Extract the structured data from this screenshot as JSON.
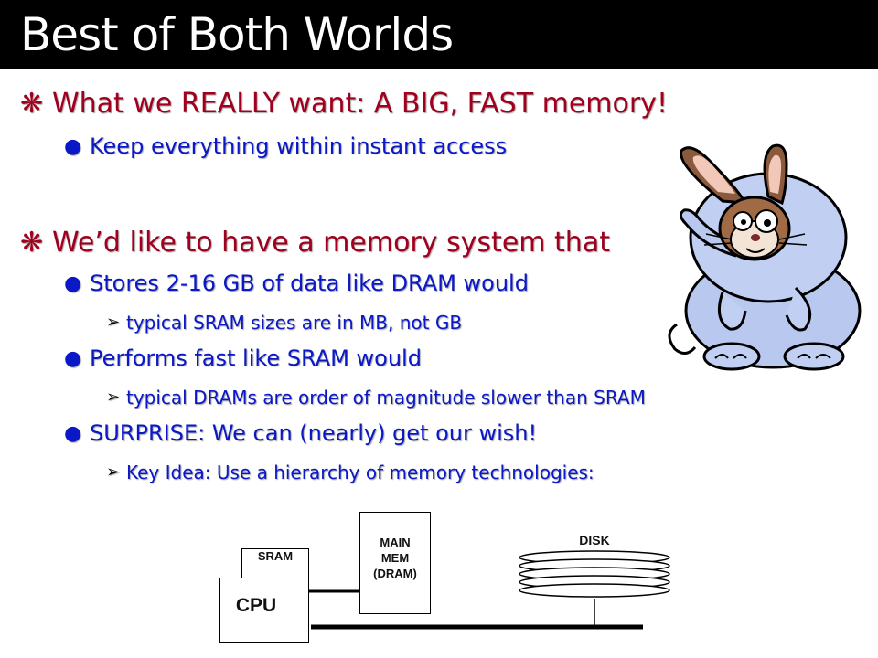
{
  "slide": {
    "title": "Best of Both Worlds",
    "bullets": [
      {
        "text": "What we REALLY want:  A BIG, FAST memory!"
      },
      {
        "text": "Keep everything within instant access"
      },
      {
        "text": "We’d like to have a memory system that"
      },
      {
        "text": "Stores 2-16 GB of data like DRAM would"
      },
      {
        "text": "typical SRAM sizes are in MB, not GB"
      },
      {
        "text": "Performs fast like SRAM would"
      },
      {
        "text": "typical DRAMs are order of magnitude slower than SRAM"
      },
      {
        "text": "SURPRISE: We can (nearly) get our wish!"
      },
      {
        "text": "Key Idea: Use a hierarchy of memory technologies:"
      }
    ],
    "markers": {
      "level1": "❋",
      "level2": "●",
      "level3": "➢"
    }
  },
  "diagram": {
    "sram": "SRAM",
    "cpu": "CPU",
    "main_mem": [
      "MAIN",
      "MEM",
      "(DRAM)"
    ],
    "disk": "DISK"
  },
  "colors": {
    "title_bg": "#000000",
    "level1": "#a0001e",
    "level2": "#0a18c8"
  },
  "illustration": {
    "name": "frazzled-rabbit-elephant-cartoon"
  }
}
